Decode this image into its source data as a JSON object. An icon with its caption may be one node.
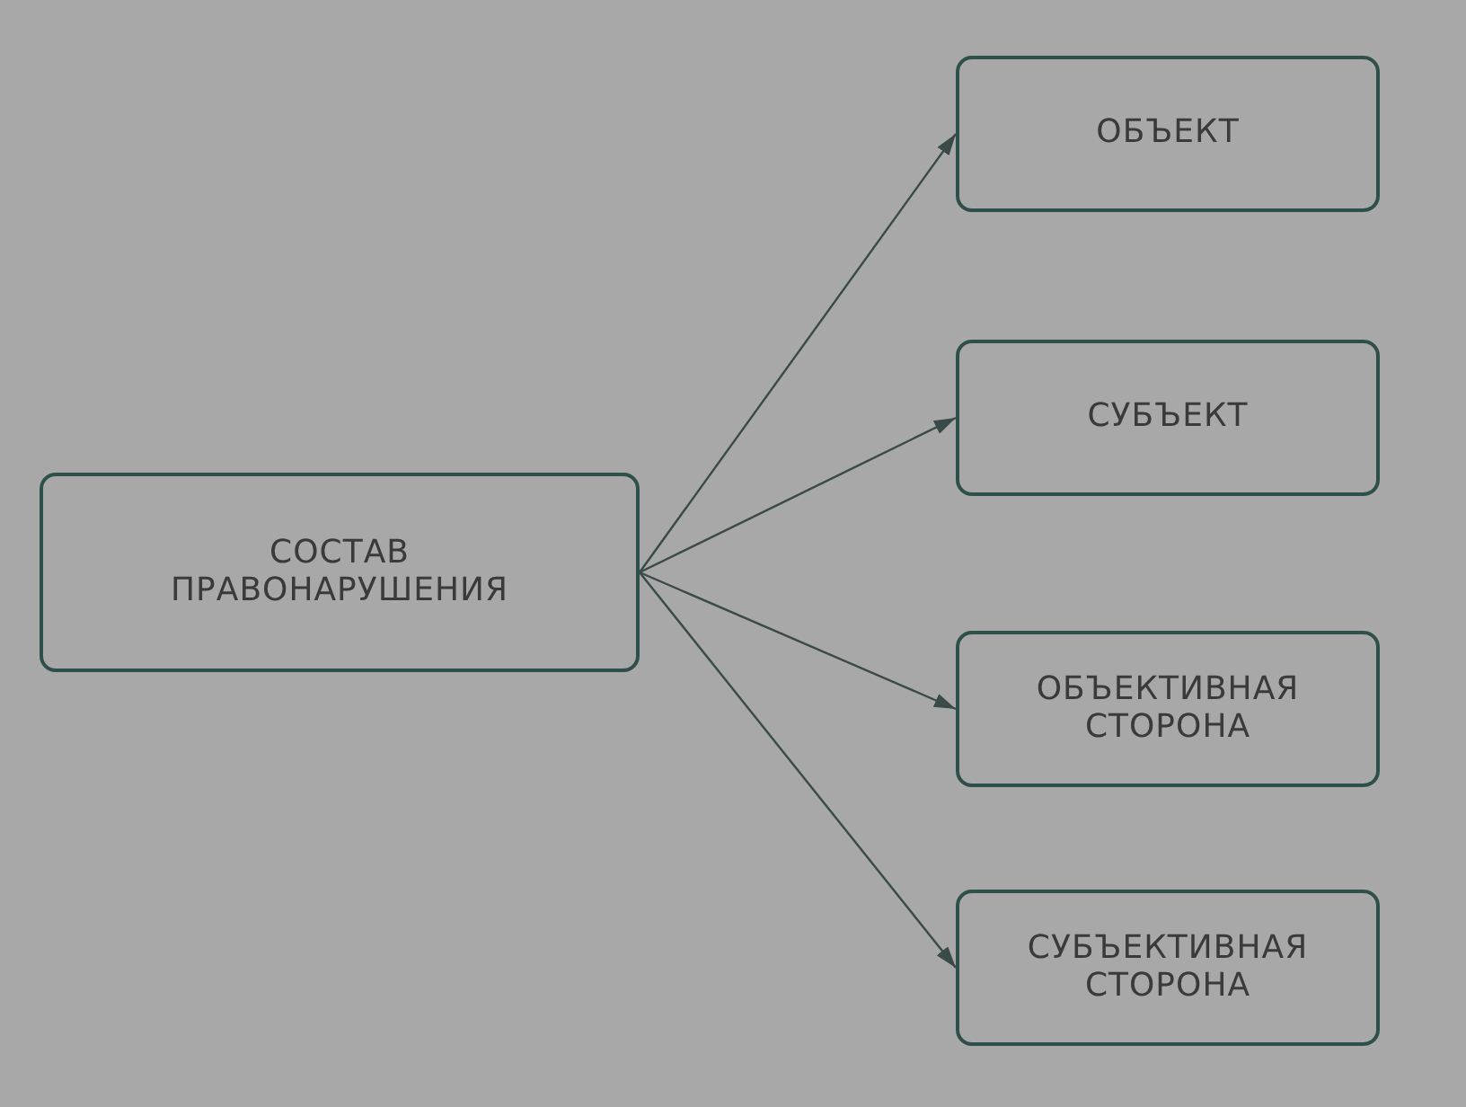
{
  "diagram": {
    "nodes": [
      {
        "text": [
          "СОСТАВ ПРАВОНАРУШЕНИЯ"
        ]
      },
      {
        "text": [
          "ОБЪЕКТ"
        ]
      },
      {
        "text": [
          "СУБЪЕКТ"
        ]
      },
      {
        "text": [
          "ОБЪЕКТИВНАЯ СТОРОНА"
        ]
      },
      {
        "text": [
          "СУБЪЕКТИВНАЯ СТОРОНА"
        ]
      }
    ],
    "edges": [
      {
        "from": 0,
        "to": 1,
        "arrow": "to"
      },
      {
        "from": 0,
        "to": 2,
        "arrow": "to"
      },
      {
        "from": 0,
        "to": 3,
        "arrow": "to"
      },
      {
        "from": 0,
        "to": 4,
        "arrow": "to"
      }
    ]
  }
}
